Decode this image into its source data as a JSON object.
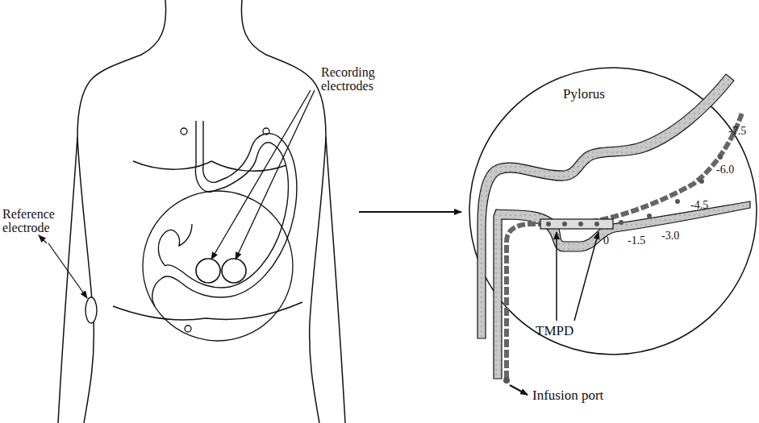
{
  "diagram": {
    "labels": [
      "Reference electrode",
      "Recording electrodes",
      "Pylorus",
      "TMPD",
      "Infusion port",
      "-7.5",
      "-6.0",
      "-4.5",
      "-3.0",
      "-1.5",
      "0"
    ]
  }
}
